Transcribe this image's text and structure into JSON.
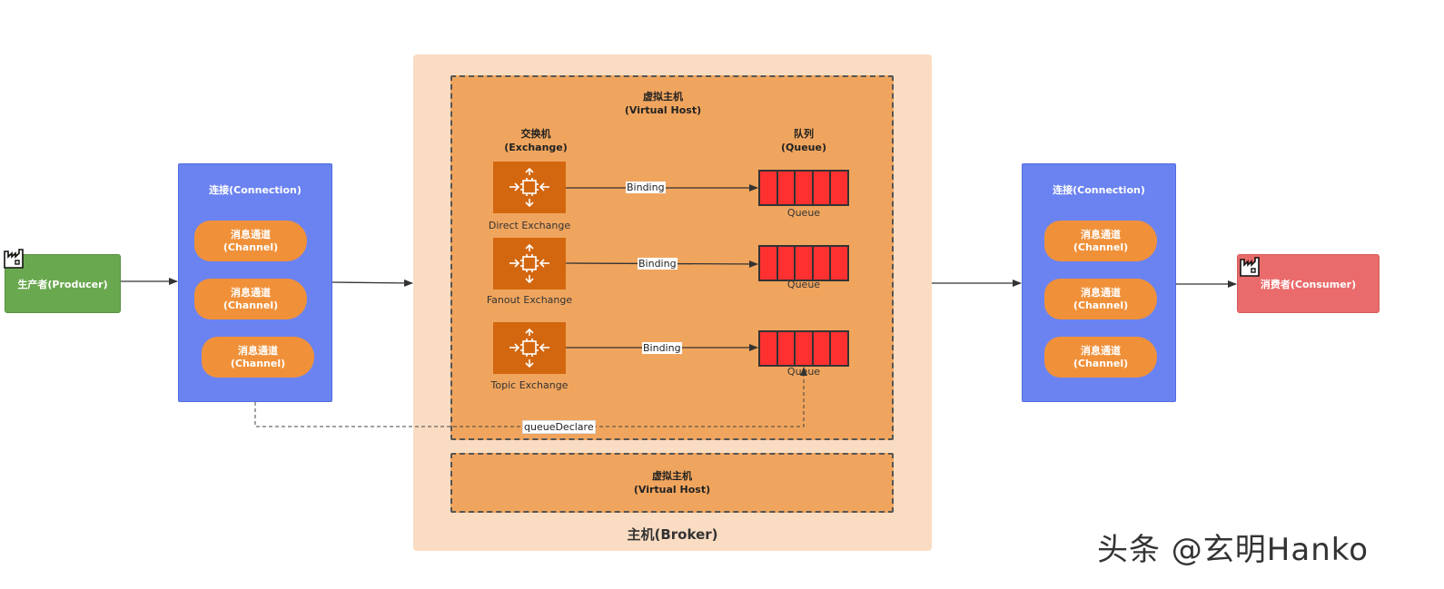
{
  "producer": {
    "label": "生产者(Producer)",
    "icon": "factory-icon"
  },
  "consumer": {
    "label": "消费者(Consumer)",
    "icon": "factory-icon"
  },
  "connection_left": {
    "title": "连接(Connection)",
    "channels": [
      {
        "line1": "消息通道",
        "line2": "(Channel)"
      },
      {
        "line1": "消息通道",
        "line2": "(Channel)"
      },
      {
        "line1": "消息通道",
        "line2": "(Channel)"
      }
    ]
  },
  "connection_right": {
    "title": "连接(Connection)",
    "channels": [
      {
        "line1": "消息通道",
        "line2": "(Channel)"
      },
      {
        "line1": "消息通道",
        "line2": "(Channel)"
      },
      {
        "line1": "消息通道",
        "line2": "(Channel)"
      }
    ]
  },
  "broker": {
    "label": "主机(Broker)"
  },
  "vhost1": {
    "line1": "虚拟主机",
    "line2": "(Virtual Host)",
    "exchange_header": {
      "line1": "交换机",
      "line2": "(Exchange)"
    },
    "queue_header": {
      "line1": "队列",
      "line2": "(Queue)"
    },
    "rows": [
      {
        "exchange": "Direct Exchange",
        "binding": "Binding",
        "queue": "Queue"
      },
      {
        "exchange": "Fanout Exchange",
        "binding": "Binding",
        "queue": "Queue"
      },
      {
        "exchange": "Topic Exchange",
        "binding": "Binding",
        "queue": "Queue"
      }
    ]
  },
  "vhost2": {
    "line1": "虚拟主机",
    "line2": "(Virtual Host)"
  },
  "queue_declare": "queueDeclare",
  "watermark": "头条 @玄明Hanko",
  "colors": {
    "producer": "#6aa84f",
    "consumer": "#ea6b6b",
    "connection": "#6b83f0",
    "channel": "#f0913a",
    "broker": "#f9dcc2",
    "vhost": "#f0a55e",
    "exchange": "#d3670f",
    "queue": "#ff3030"
  }
}
